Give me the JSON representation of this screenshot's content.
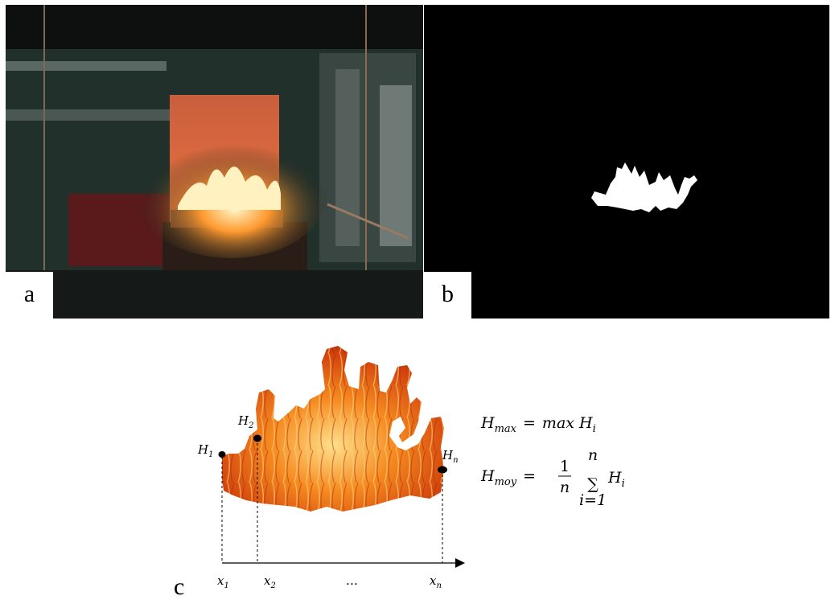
{
  "panels": {
    "a": {
      "label": "a"
    },
    "b": {
      "label": "b"
    },
    "c": {
      "label": "c"
    }
  },
  "diagram": {
    "heights": [
      {
        "name": "H",
        "sub": "1"
      },
      {
        "name": "H",
        "sub": "2"
      },
      {
        "name": "H",
        "sub": "n"
      }
    ],
    "axis_ticks": [
      {
        "name": "x",
        "sub": "1"
      },
      {
        "name": "x",
        "sub": "2"
      },
      {
        "name": "…",
        "sub": ""
      },
      {
        "name": "x",
        "sub": "n"
      }
    ],
    "equations": {
      "hmax": {
        "lhs": "H",
        "lhs_sub": "max",
        "equals": "=",
        "rhs": "max H",
        "rhs_sub": "i"
      },
      "hmoy": {
        "lhs": "H",
        "lhs_sub": "moy",
        "equals": "=",
        "frac_num": "1",
        "frac_den": "n",
        "sum_top": "n",
        "sum_bottom": "i=1",
        "sigma": "∑",
        "term": "H",
        "term_sub": "i"
      }
    }
  },
  "colors": {
    "flame_dark": "#b5260a",
    "flame_mid": "#f06a10",
    "flame_light": "#ffd060",
    "mask": "#ffffff"
  }
}
